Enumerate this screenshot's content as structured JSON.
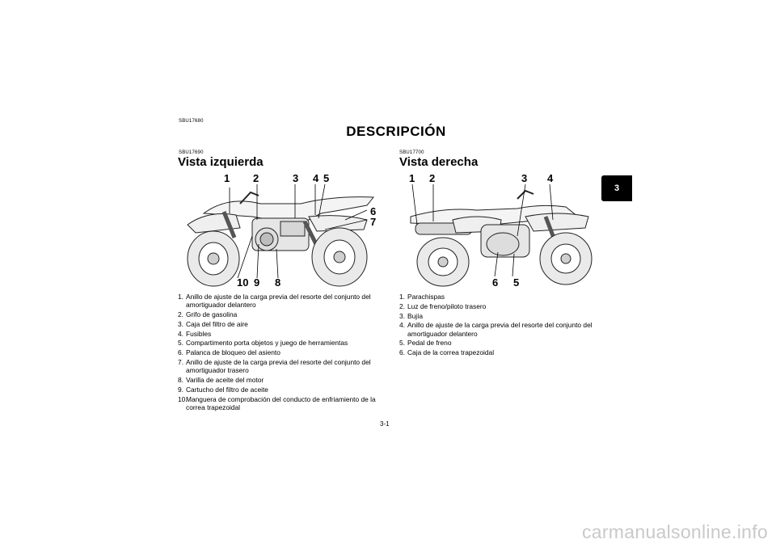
{
  "header": {
    "code": "SBU17680",
    "title": "DESCRIPCIÓN"
  },
  "chapter_tab": "3",
  "left": {
    "code": "SBU17690",
    "title": "Vista izquierda",
    "callouts": [
      "1",
      "2",
      "3",
      "4",
      "5",
      "6",
      "7",
      "8",
      "9",
      "10"
    ],
    "items": [
      {
        "n": "1.",
        "text": "Anillo de ajuste de la carga previa del resorte del conjunto del amortiguador delantero"
      },
      {
        "n": "2.",
        "text": "Grifo de gasolina"
      },
      {
        "n": "3.",
        "text": "Caja del filtro de aire"
      },
      {
        "n": "4.",
        "text": "Fusibles"
      },
      {
        "n": "5.",
        "text": "Compartimento porta objetos y juego de herramientas"
      },
      {
        "n": "6.",
        "text": "Palanca de bloqueo del asiento"
      },
      {
        "n": "7.",
        "text": "Anillo de ajuste de la carga previa del resorte del conjunto del amortiguador trasero"
      },
      {
        "n": "8.",
        "text": "Varilla de aceite del motor"
      },
      {
        "n": "9.",
        "text": "Cartucho del filtro de aceite"
      },
      {
        "n": "10.",
        "text": "Manguera de comprobación del conducto de enfriamiento de la correa trapezoidal"
      }
    ]
  },
  "right": {
    "code": "SBU17700",
    "title": "Vista derecha",
    "callouts": [
      "1",
      "2",
      "3",
      "4",
      "5",
      "6"
    ],
    "items": [
      {
        "n": "1.",
        "text": "Parachispas"
      },
      {
        "n": "2.",
        "text": "Luz de freno/piloto trasero"
      },
      {
        "n": "3.",
        "text": "Bujía"
      },
      {
        "n": "4.",
        "text": "Anillo de ajuste de la carga previa del resorte del conjunto del amortiguador delantero"
      },
      {
        "n": "5.",
        "text": "Pedal de freno"
      },
      {
        "n": "6.",
        "text": "Caja de la correa trapezoidal"
      }
    ]
  },
  "page_number": "3-1",
  "watermark": "carmanualsonline.info"
}
